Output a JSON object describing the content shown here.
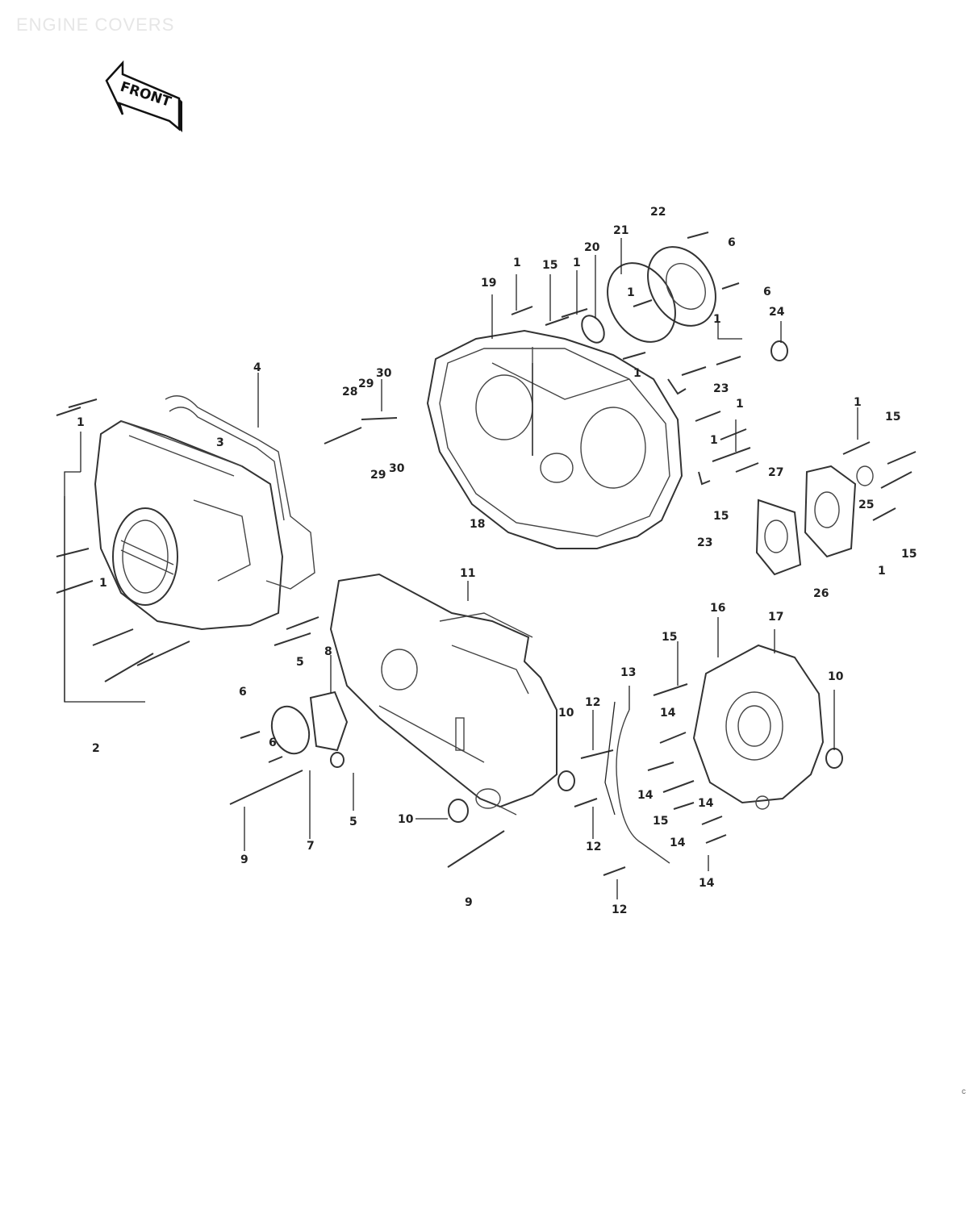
{
  "title": "ENGINE COVERS",
  "front_arrow_label": "FRONT",
  "corner_mark": "c",
  "colors": {
    "line": "#333333",
    "title": "#e6e6e6",
    "background": "#ffffff"
  },
  "callouts": {
    "c1a": "1",
    "c1b": "1",
    "c1c": "1",
    "c1d": "1",
    "c1e": "1",
    "c1f": "1",
    "c1g": "1",
    "c1h": "1",
    "c1i": "1",
    "c1j": "1",
    "c1k": "1",
    "c2": "2",
    "c3": "3",
    "c4": "4",
    "c5a": "5",
    "c5b": "5",
    "c6a": "6",
    "c6b": "6",
    "c6c": "6",
    "c6d": "6",
    "c7": "7",
    "c8": "8",
    "c9a": "9",
    "c9b": "9",
    "c10a": "10",
    "c10b": "10",
    "c10c": "10",
    "c11": "11",
    "c12a": "12",
    "c12b": "12",
    "c12c": "12",
    "c13": "13",
    "c14a": "14",
    "c14b": "14",
    "c14c": "14",
    "c14d": "14",
    "c14e": "14",
    "c15a": "15",
    "c15b": "15",
    "c15c": "15",
    "c15d": "15",
    "c15e": "15",
    "c15f": "15",
    "c16": "16",
    "c17": "17",
    "c18": "18",
    "c19": "19",
    "c20": "20",
    "c21": "21",
    "c22": "22",
    "c23a": "23",
    "c23b": "23",
    "c24": "24",
    "c25": "25",
    "c26": "26",
    "c27": "27",
    "c28": "28",
    "c29a": "29",
    "c29b": "29",
    "c30a": "30",
    "c30b": "30"
  }
}
